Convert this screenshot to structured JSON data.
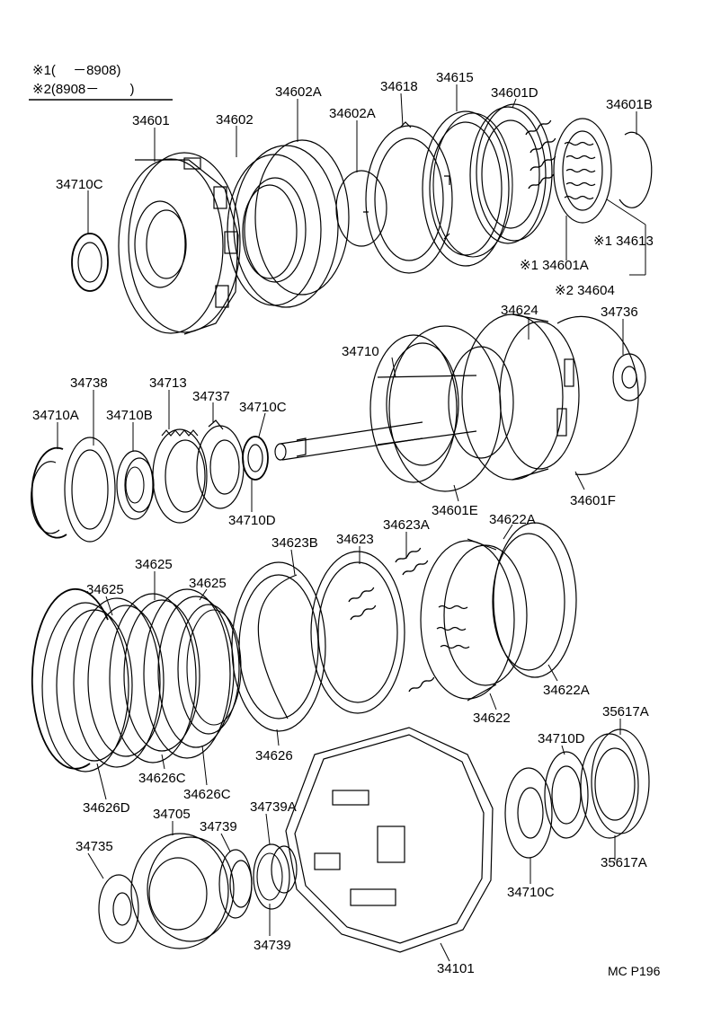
{
  "legend": {
    "line1": "※1(　 －8908)",
    "line2": "※2(8908－　 　)"
  },
  "parts": [
    {
      "id": "p01",
      "number": "34601"
    },
    {
      "id": "p02",
      "number": "34602"
    },
    {
      "id": "p03",
      "number": "34602A"
    },
    {
      "id": "p04",
      "number": "34602A"
    },
    {
      "id": "p05",
      "number": "34618"
    },
    {
      "id": "p06",
      "number": "34615"
    },
    {
      "id": "p07",
      "number": "34601D"
    },
    {
      "id": "p08",
      "number": "34601B"
    },
    {
      "id": "p09",
      "number": "34710C"
    },
    {
      "id": "p10",
      "number": "※1 34613"
    },
    {
      "id": "p11",
      "number": "※1 34601A"
    },
    {
      "id": "p12",
      "number": "※2 34604"
    },
    {
      "id": "p13",
      "number": "34624"
    },
    {
      "id": "p14",
      "number": "34736"
    },
    {
      "id": "p15",
      "number": "34710"
    },
    {
      "id": "p16",
      "number": "34738"
    },
    {
      "id": "p17",
      "number": "34713"
    },
    {
      "id": "p18",
      "number": "34737"
    },
    {
      "id": "p19",
      "number": "34710A"
    },
    {
      "id": "p20",
      "number": "34710B"
    },
    {
      "id": "p21",
      "number": "34710C"
    },
    {
      "id": "p22",
      "number": "34710D"
    },
    {
      "id": "p23",
      "number": "34601E"
    },
    {
      "id": "p24",
      "number": "34601F"
    },
    {
      "id": "p25",
      "number": "34623B"
    },
    {
      "id": "p26",
      "number": "34623"
    },
    {
      "id": "p27",
      "number": "34623A"
    },
    {
      "id": "p28",
      "number": "34622A"
    },
    {
      "id": "p29",
      "number": "34625"
    },
    {
      "id": "p30",
      "number": "34625"
    },
    {
      "id": "p31",
      "number": "34625"
    },
    {
      "id": "p32",
      "number": "34622A"
    },
    {
      "id": "p33",
      "number": "34622"
    },
    {
      "id": "p34",
      "number": "34626"
    },
    {
      "id": "p35",
      "number": "34626C"
    },
    {
      "id": "p36",
      "number": "34626C"
    },
    {
      "id": "p37",
      "number": "34626D"
    },
    {
      "id": "p38",
      "number": "35617A"
    },
    {
      "id": "p39",
      "number": "34710D"
    },
    {
      "id": "p40",
      "number": "34705"
    },
    {
      "id": "p41",
      "number": "34739A"
    },
    {
      "id": "p42",
      "number": "34739"
    },
    {
      "id": "p43",
      "number": "34735"
    },
    {
      "id": "p44",
      "number": "34710C"
    },
    {
      "id": "p45",
      "number": "35617A"
    },
    {
      "id": "p46",
      "number": "34739"
    },
    {
      "id": "p47",
      "number": "34101"
    }
  ],
  "page_ref": "MC P196"
}
